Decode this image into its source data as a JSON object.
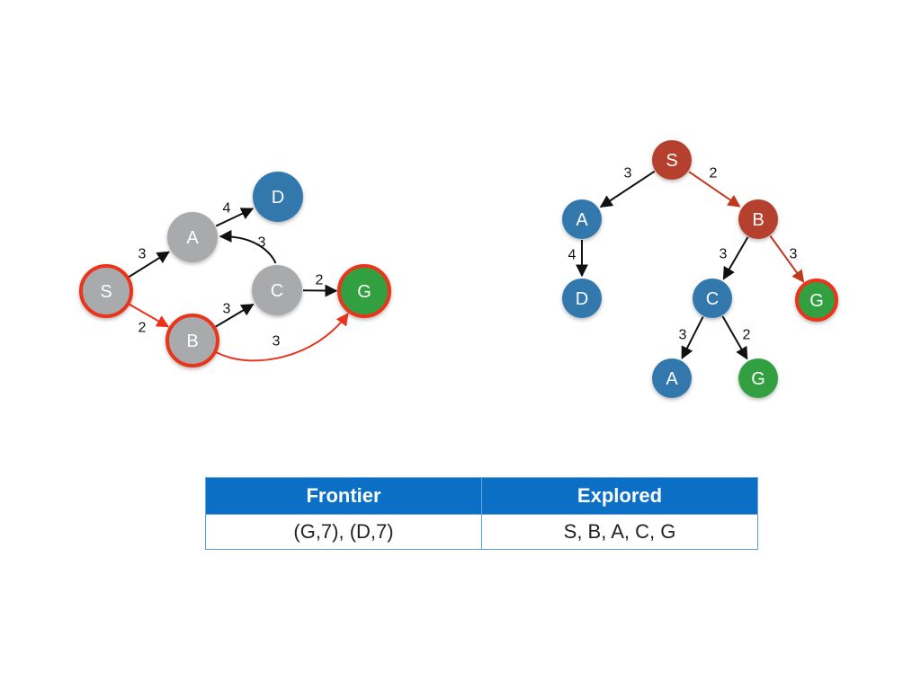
{
  "colors": {
    "gray_node": "#a8aaab",
    "blue_node": "#3278ad",
    "red_node": "#b5402f",
    "green_node": "#33a041",
    "highlight_stroke": "#e8341c",
    "edge_black": "#111111",
    "edge_red": "#e8341c",
    "tree_red_edge": "#c1381f",
    "table_header": "#0b6fc6"
  },
  "graph": {
    "nodes": [
      {
        "id": "S",
        "label": "S",
        "color": "gray",
        "highlight": true
      },
      {
        "id": "A",
        "label": "A",
        "color": "gray",
        "highlight": false
      },
      {
        "id": "B",
        "label": "B",
        "color": "gray",
        "highlight": true
      },
      {
        "id": "C",
        "label": "C",
        "color": "gray",
        "highlight": false
      },
      {
        "id": "D",
        "label": "D",
        "color": "blue",
        "highlight": false
      },
      {
        "id": "G",
        "label": "G",
        "color": "green",
        "highlight": true
      }
    ],
    "edges": [
      {
        "from": "S",
        "to": "A",
        "weight": "3",
        "color": "black"
      },
      {
        "from": "S",
        "to": "B",
        "weight": "2",
        "color": "red"
      },
      {
        "from": "A",
        "to": "D",
        "weight": "4",
        "color": "black"
      },
      {
        "from": "B",
        "to": "C",
        "weight": "3",
        "color": "black"
      },
      {
        "from": "C",
        "to": "A",
        "weight": "3",
        "color": "black"
      },
      {
        "from": "C",
        "to": "G",
        "weight": "2",
        "color": "black"
      },
      {
        "from": "B",
        "to": "G",
        "weight": "3",
        "color": "red"
      }
    ]
  },
  "tree": {
    "nodes": [
      {
        "id": "t_S",
        "label": "S",
        "color": "red",
        "highlight": false
      },
      {
        "id": "t_A1",
        "label": "A",
        "color": "blue",
        "highlight": false
      },
      {
        "id": "t_B",
        "label": "B",
        "color": "red",
        "highlight": false
      },
      {
        "id": "t_D",
        "label": "D",
        "color": "blue",
        "highlight": false
      },
      {
        "id": "t_C",
        "label": "C",
        "color": "blue",
        "highlight": false
      },
      {
        "id": "t_G1",
        "label": "G",
        "color": "green",
        "highlight": true
      },
      {
        "id": "t_A2",
        "label": "A",
        "color": "blue",
        "highlight": false
      },
      {
        "id": "t_G2",
        "label": "G",
        "color": "green",
        "highlight": false
      }
    ],
    "edges": [
      {
        "from": "t_S",
        "to": "t_A1",
        "weight": "3",
        "color": "black"
      },
      {
        "from": "t_S",
        "to": "t_B",
        "weight": "2",
        "color": "red"
      },
      {
        "from": "t_A1",
        "to": "t_D",
        "weight": "4",
        "color": "black"
      },
      {
        "from": "t_B",
        "to": "t_C",
        "weight": "3",
        "color": "black"
      },
      {
        "from": "t_B",
        "to": "t_G1",
        "weight": "3",
        "color": "red"
      },
      {
        "from": "t_C",
        "to": "t_A2",
        "weight": "3",
        "color": "black"
      },
      {
        "from": "t_C",
        "to": "t_G2",
        "weight": "2",
        "color": "black"
      }
    ]
  },
  "table": {
    "headers": [
      "Frontier",
      "Explored"
    ],
    "row": [
      "(G,7), (D,7)",
      "S, B, A, C, G"
    ]
  }
}
